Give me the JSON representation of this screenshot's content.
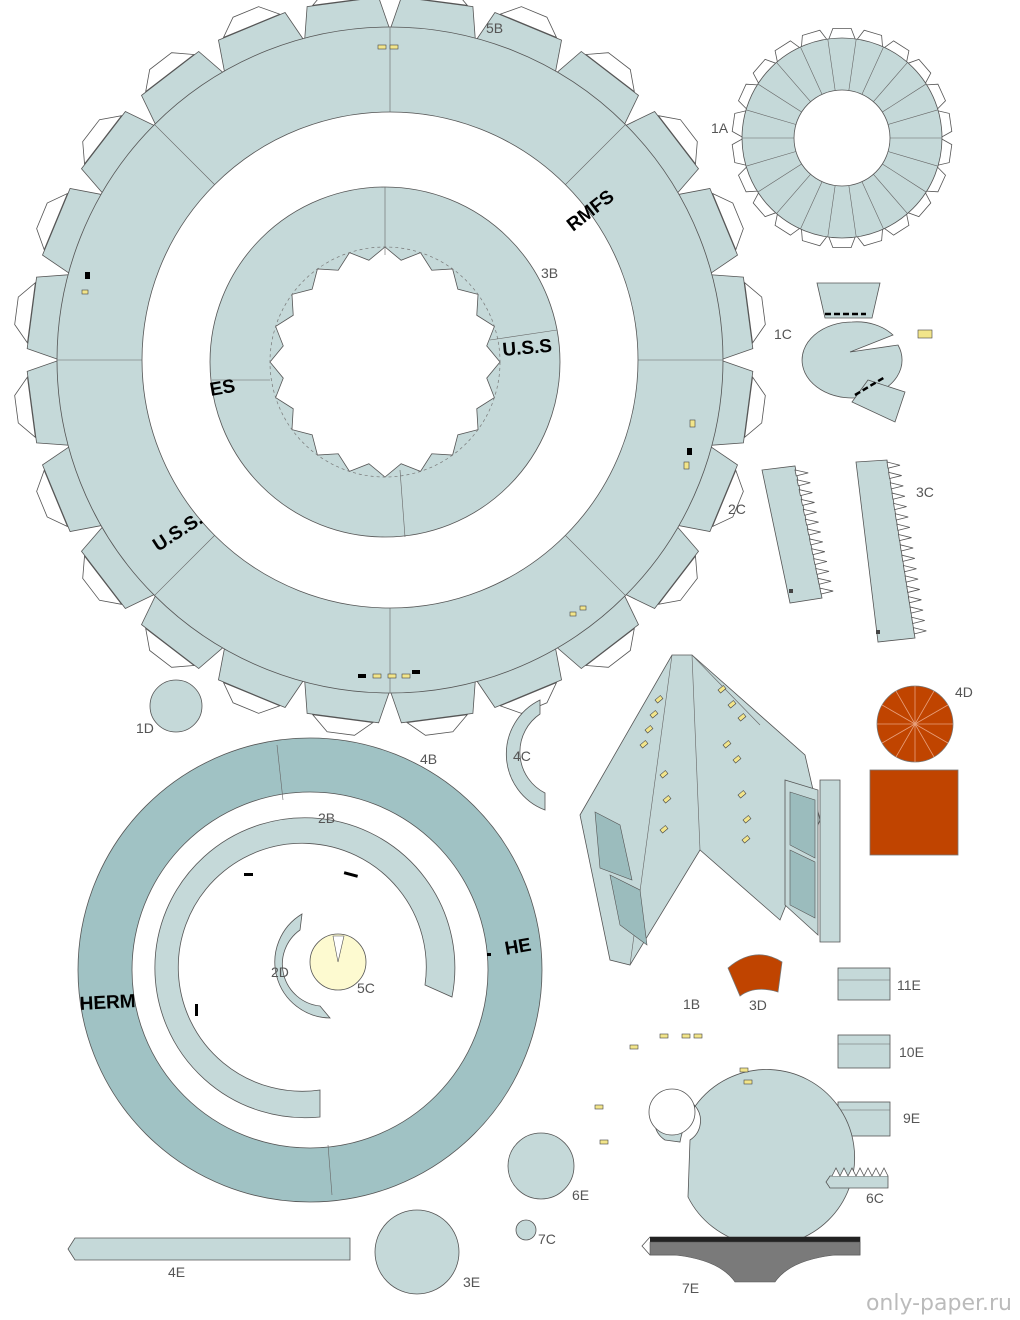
{
  "sheet": {
    "watermark": "only-paper.ru",
    "part_labels": {
      "p5B": "5B",
      "p3B": "3B",
      "p1A": "1A",
      "p1C": "1C",
      "p2C": "2C",
      "p3C": "3C",
      "p1D": "1D",
      "p4B": "4B",
      "p4C": "4C",
      "p4D": "4D",
      "p2B": "2B",
      "p2D": "2D",
      "p5C": "5C",
      "p3D": "3D",
      "p11E": "11E",
      "p10E": "10E",
      "p9E": "9E",
      "p1B": "1B",
      "p6E": "6E",
      "p6C": "6C",
      "p7C": "7C",
      "p4E": "4E",
      "p3E": "3E",
      "p7E": "7E"
    },
    "hull_text": {
      "rmfs": "RMFS",
      "uss_dots": "U.S.S.",
      "uss": "U.S.S",
      "es": "ES",
      "herm": "HERM",
      "he": "HE"
    },
    "colors": {
      "part_fill": "#c5d9d9",
      "dark_ring": "#a0c2c4",
      "orange": "#c04400",
      "cream": "#fdfad0",
      "window": "#9bbcbd",
      "grey_band": "#7a7a7a"
    }
  }
}
